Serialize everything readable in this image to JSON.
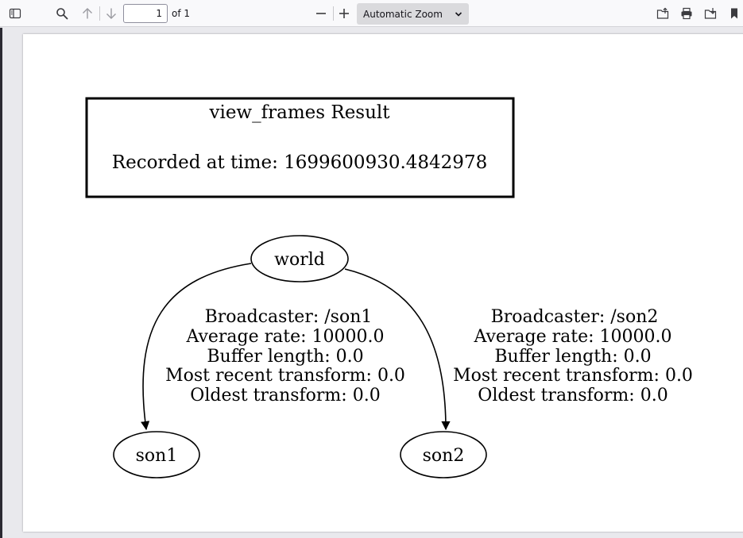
{
  "toolbar": {
    "sidebar_toggle_icon": "sidebar-icon",
    "find_icon": "search-icon",
    "prev_icon": "arrow-up-icon",
    "next_icon": "arrow-down-icon",
    "page_number": "1",
    "page_count": "of 1",
    "zoom_out_icon": "minus-icon",
    "zoom_in_icon": "plus-icon",
    "zoom_value": "Automatic Zoom",
    "open_icon": "open-file-icon",
    "print_icon": "print-icon",
    "save_icon": "download-icon",
    "bookmark_icon": "bookmark-icon"
  },
  "document": {
    "title": "view_frames Result",
    "recorded": "Recorded at time: 1699600930.4842978",
    "nodes": {
      "world": "world",
      "son1": "son1",
      "son2": "son2"
    },
    "edges": [
      {
        "from": "world",
        "to": "son1",
        "lines": [
          "Broadcaster: /son1",
          "Average rate: 10000.0",
          "Buffer length: 0.0",
          "Most recent transform: 0.0",
          "Oldest transform: 0.0"
        ]
      },
      {
        "from": "world",
        "to": "son2",
        "lines": [
          "Broadcaster: /son2",
          "Average rate: 10000.0",
          "Buffer length: 0.0",
          "Most recent transform: 0.0",
          "Oldest transform: 0.0"
        ]
      }
    ]
  },
  "colors": {
    "toolbar_bg": "#f9f9fb",
    "viewer_bg": "#e9e9ed",
    "page_bg": "#ffffff",
    "ink": "#000000"
  }
}
